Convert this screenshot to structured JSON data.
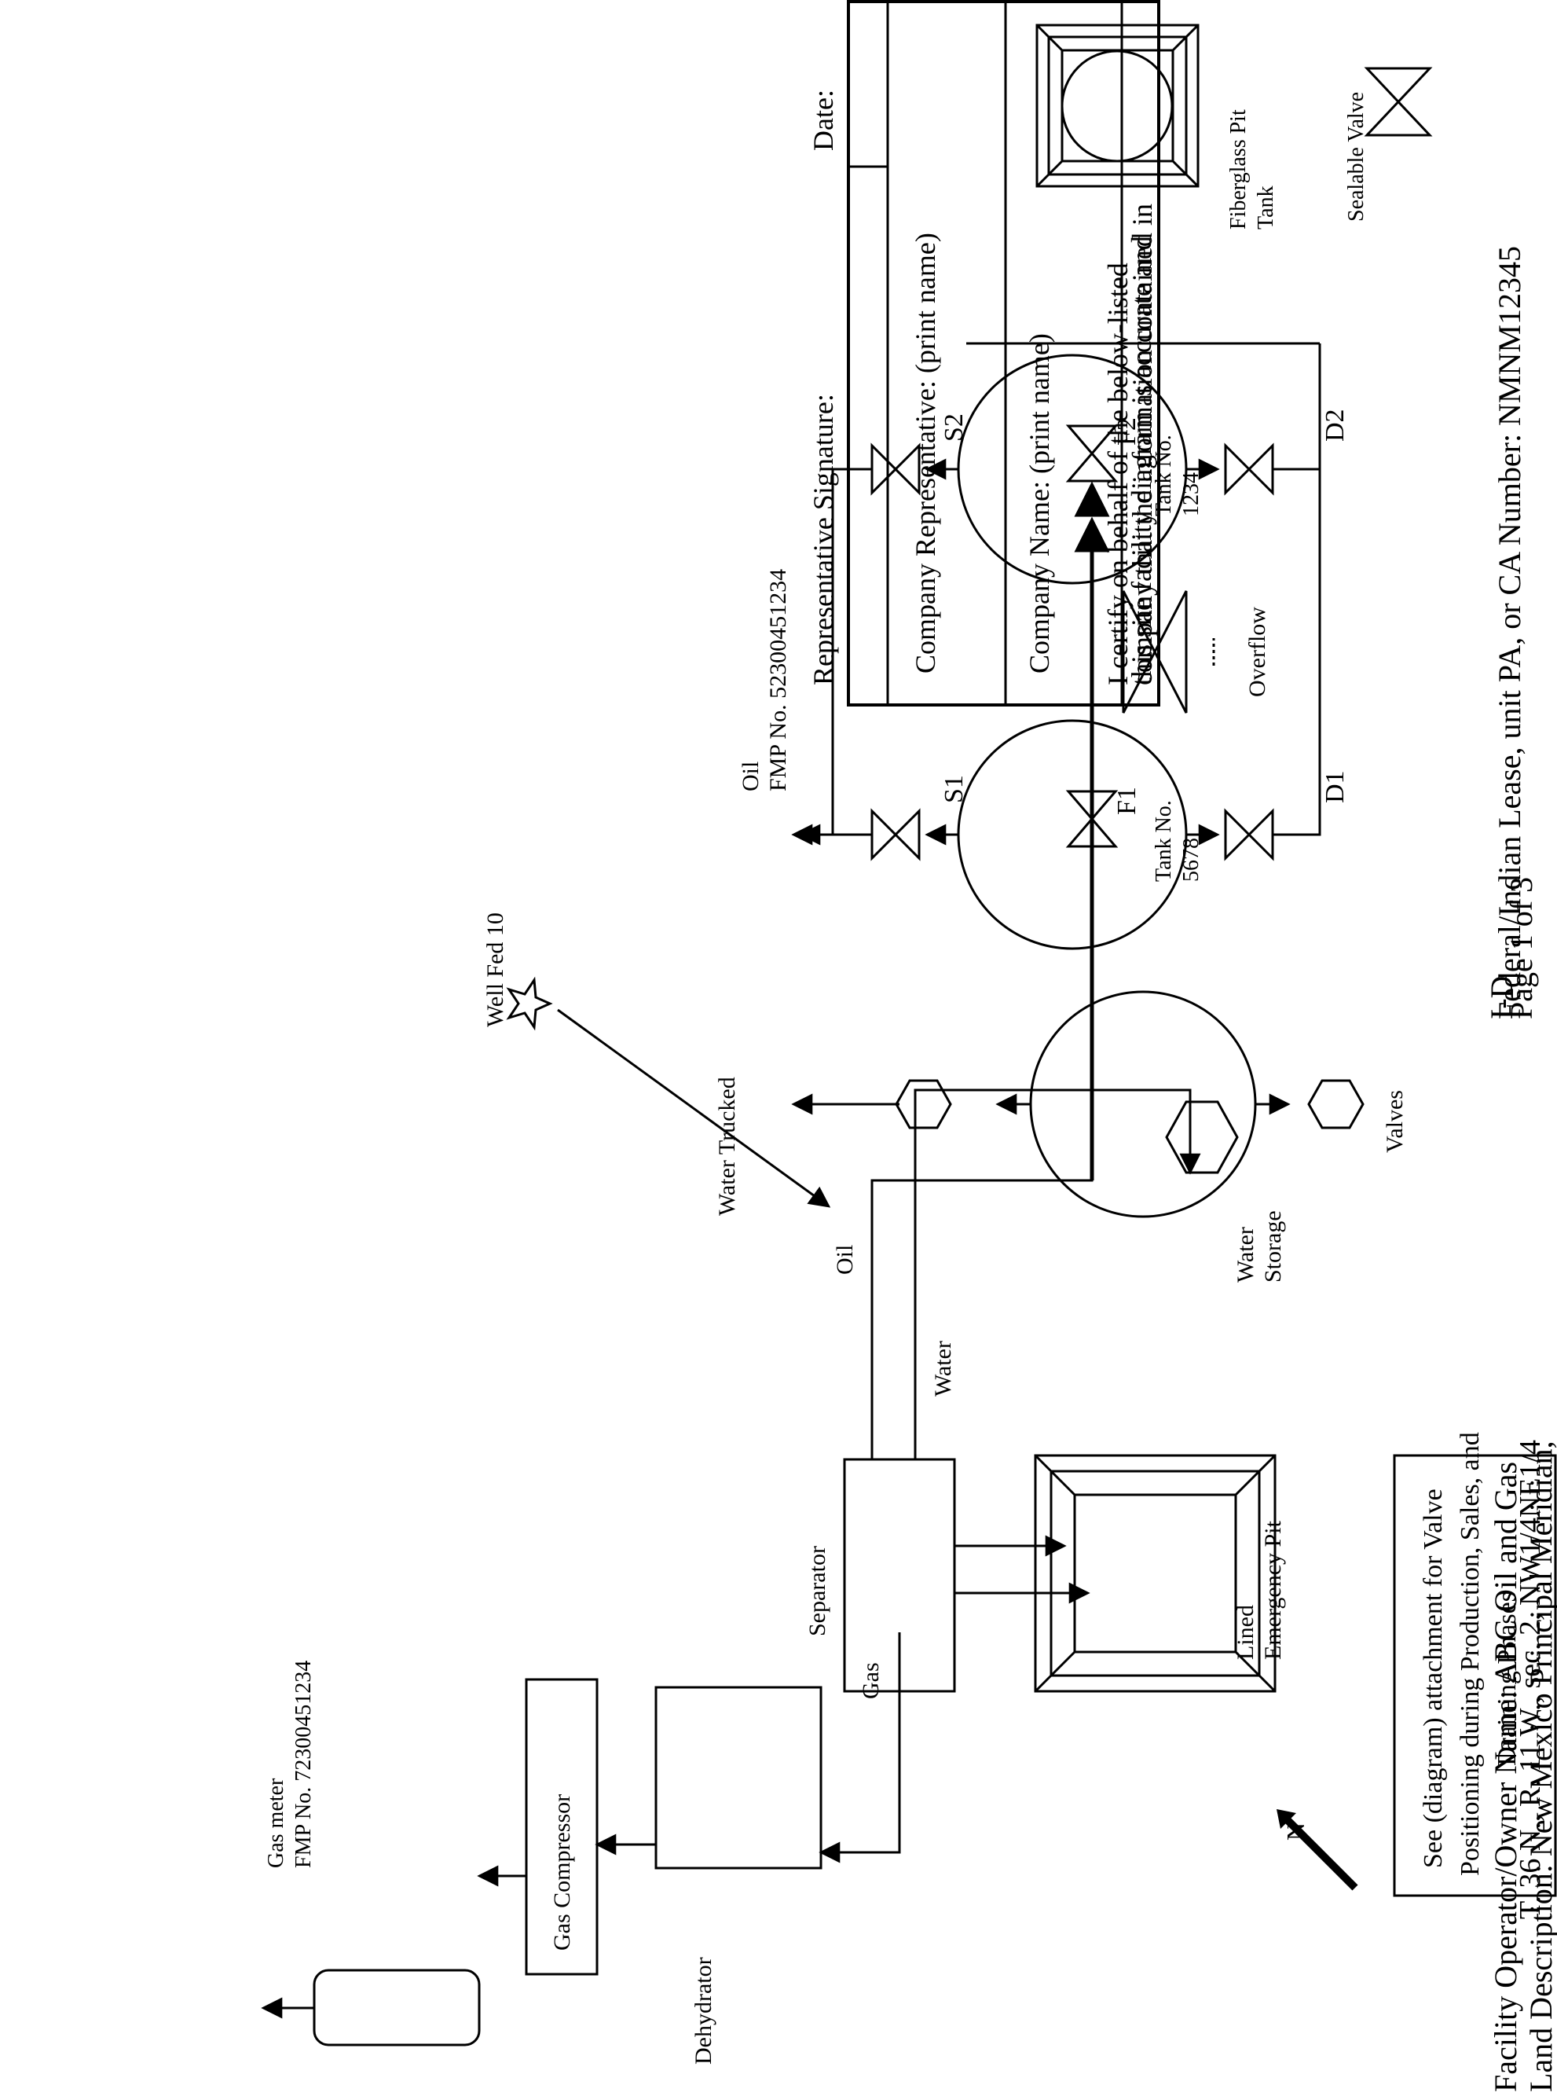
{
  "header": {
    "form_id": "I-D",
    "operator_line": "Facility Operator/Owner Name: ABC Oil and Gas",
    "land_line_1": "Land Description:  New Mexico Principal Meridian,",
    "land_line_2": "T. 36 N., R. 11 W., sec. 2, NW1/4NE1/4",
    "lease_line": "Federal/Indian Lease, unit PA, or CA Number: NMNM12345",
    "page_line": "Page 1 of 3"
  },
  "certification": {
    "statement_1": "I certify on behalf of the below-listed",
    "statement_2": "company that the information contained in",
    "statement_3": "this site facility diagram is accurate and",
    "company_name": "Company Name: (print name)",
    "company_rep": "Company Representative: (print name)",
    "signature": "Representative Signature:",
    "date": "Date:"
  },
  "labels": {
    "gas_meter_1": "Gas meter",
    "gas_meter_2": "FMP No. 72300451234",
    "gas_compressor": "Gas Compressor",
    "dehydrator": "Dehydrator",
    "gas": "Gas",
    "separator": "Separator",
    "well": "Well Fed 10",
    "water": "Water",
    "oil": "Oil",
    "lined_pit_1": "Lined",
    "lined_pit_2": "Emergency Pit",
    "water_storage_1": "Water",
    "water_storage_2": "Storage",
    "water_trucked": "Water Trucked",
    "valves": "Valves",
    "oil_sales_1": "Oil",
    "oil_sales_2": "FMP No. 52300451234",
    "tank1_1": "Tank No.",
    "tank1_2": "5678",
    "tank2_1": "Tank No.",
    "tank2_2": "1234",
    "f1": "F1",
    "f2": "F2",
    "s1": "S1",
    "s2": "S2",
    "d1": "D1",
    "d2": "D2",
    "overflow": "Overflow",
    "fiberglass_1": "Fiberglass Pit",
    "fiberglass_2": "Tank",
    "sealable_valve": "Sealable Valve",
    "north": "N",
    "note_1": "See (diagram) attachment for Valve",
    "note_2": "Positioning during Production, Sales, and",
    "note_3": "Draining Phases"
  }
}
